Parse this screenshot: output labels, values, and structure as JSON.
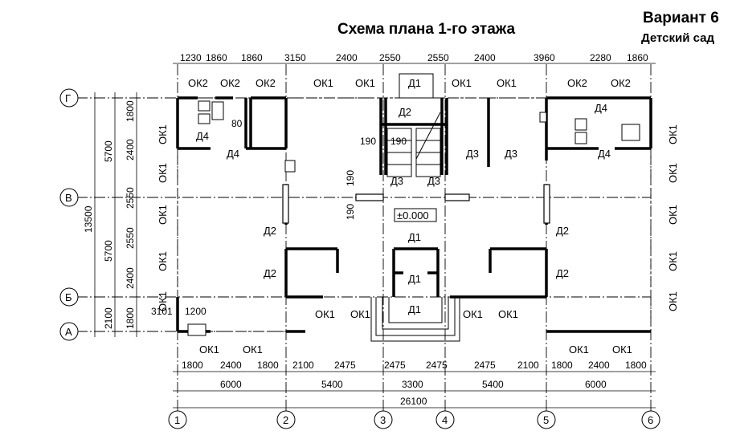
{
  "title": "Схема плана 1-го этажа",
  "variant": "Вариант 6",
  "subtitle": "Детский сад",
  "level_mark": "±0.000",
  "axes_letters": [
    "Г",
    "В",
    "Б",
    "А"
  ],
  "axes_numbers": [
    "1",
    "2",
    "3",
    "4",
    "5",
    "6"
  ],
  "top_dims": [
    "1230",
    "1860",
    "1860",
    "3150",
    "2400",
    "2550",
    "2550",
    "2400",
    "3960",
    "2280",
    "1860"
  ],
  "bottom_dims_row1": [
    "1800",
    "2400",
    "1800",
    "2100",
    "2475",
    "2475",
    "2475",
    "2475",
    "2100",
    "1800",
    "2400",
    "1800"
  ],
  "bottom_dims_row2": [
    "6000",
    "5400",
    "3300",
    "5400",
    "6000"
  ],
  "bottom_total": "26100",
  "left_dims_outer": [
    "5700",
    "5700",
    "2100"
  ],
  "left_dims_inner": [
    "1800",
    "2400",
    "2550",
    "2550",
    "2400",
    "1800"
  ],
  "left_total": "13500",
  "stair_dims": [
    "190",
    "190",
    "190",
    "190"
  ],
  "small_dims": [
    "80",
    "3101",
    "1200"
  ],
  "windows": {
    "ok1": "ОК1",
    "ok2": "ОК2"
  },
  "doors": {
    "d1": "Д1",
    "d2": "Д2",
    "d3": "Д3",
    "d4": "Д4"
  }
}
